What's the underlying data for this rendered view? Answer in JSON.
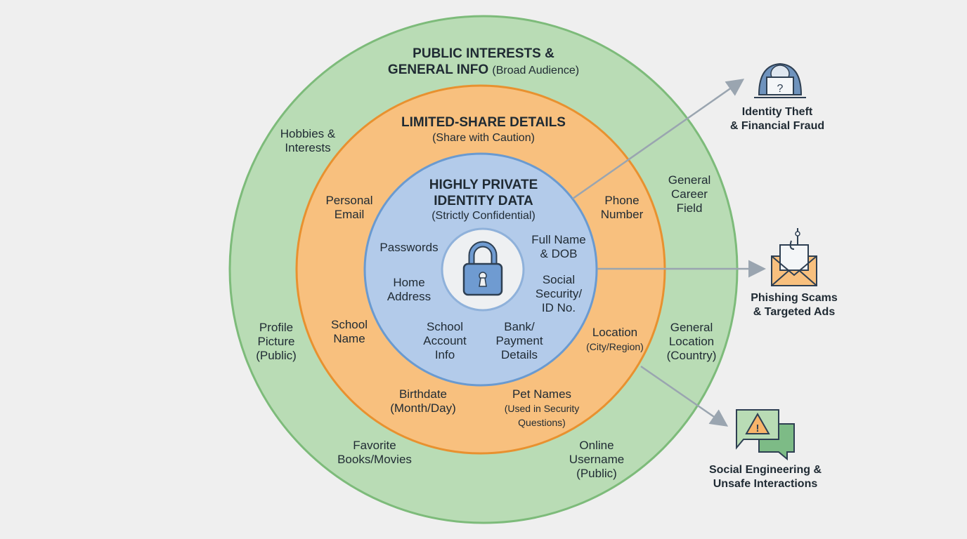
{
  "colors": {
    "background": "#efefef",
    "outer_ring": "#b9dcb5",
    "outer_border": "#7dbb7a",
    "middle_ring": "#f8c07e",
    "middle_border": "#e8912f",
    "inner_ring": "#b3cbea",
    "inner_border": "#6a9ad0",
    "core": "#eef0f2",
    "arrow": "#9aa5b0"
  },
  "outer": {
    "title_line1": "PUBLIC INTERESTS &",
    "title_line2": "GENERAL INFO",
    "subtitle": "(Broad Audience)",
    "items": [
      "Hobbies &",
      "Interests",
      "General",
      "Career",
      "Field",
      "Profile",
      "Picture",
      "(Public)",
      "General",
      "Location",
      "(Country)",
      "Favorite",
      "Books/Movies",
      "Online",
      "Username",
      "(Public)"
    ]
  },
  "middle": {
    "title": "LIMITED-SHARE DETAILS",
    "subtitle": "(Share with Caution)",
    "items": [
      "Personal",
      "Email",
      "Phone",
      "Number",
      "School",
      "Name",
      "Location",
      "(City/Region)",
      "Birthdate",
      "(Month/Day)",
      "Pet Names",
      "(Used in Security",
      "Questions)"
    ]
  },
  "inner": {
    "title_line1": "HIGHLY PRIVATE",
    "title_line2": "IDENTITY DATA",
    "subtitle": "(Strictly Confidential)",
    "items": [
      "Passwords",
      "Full Name",
      "& DOB",
      "Home",
      "Address",
      "Social",
      "Security/",
      "ID No.",
      "School",
      "Account",
      "Info",
      "Bank/",
      "Payment",
      "Details"
    ]
  },
  "core": {
    "icon": "padlock-icon"
  },
  "risks": [
    {
      "icon": "hooded-hacker-laptop-icon",
      "line1": "Identity Theft",
      "line2": "& Financial Fraud"
    },
    {
      "icon": "phishing-envelope-hook-icon",
      "line1": "Phishing Scams",
      "line2": "& Targeted Ads"
    },
    {
      "icon": "warning-chat-bubbles-icon",
      "line1": "Social Engineering &",
      "line2": "Unsafe Interactions"
    }
  ]
}
